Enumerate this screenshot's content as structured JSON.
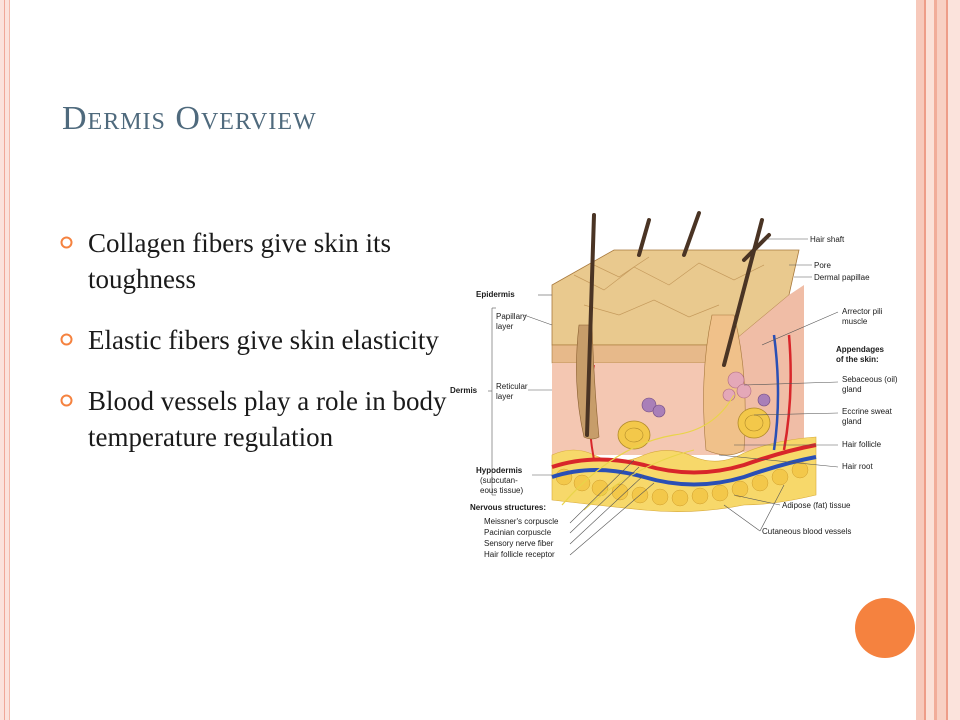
{
  "slide": {
    "title": "Dermis Overview",
    "bullets": [
      {
        "text": "Collagen fibers give skin its toughness"
      },
      {
        "text": "Elastic fibers give skin elasticity"
      },
      {
        "text": "Blood vessels play a role in body temperature regulation"
      }
    ]
  },
  "diagram": {
    "left_labels": {
      "epidermis": "Epidermis",
      "papillary_1": "Papillary",
      "papillary_2": "layer",
      "dermis": "Dermis",
      "reticular_1": "Reticular",
      "reticular_2": "layer",
      "hypodermis_1": "Hypodermis",
      "hypodermis_2": "(subcutan-",
      "hypodermis_3": "eous tissue)",
      "nervous": "Nervous structures:",
      "meissner": "Meissner's corpuscle",
      "pacinian": "Pacinian corpuscle",
      "sensory": "Sensory nerve fiber",
      "follicle_receptor": "Hair follicle receptor"
    },
    "right_labels": {
      "hair_shaft": "Hair shaft",
      "pore": "Pore",
      "dermal_papillae": "Dermal papillae",
      "arrector_1": "Arrector pili",
      "arrector_2": "muscle",
      "appendages_1": "Appendages",
      "appendages_2": "of the skin:",
      "sebaceous_1": "Sebaceous (oil)",
      "sebaceous_2": "gland",
      "eccrine_1": "Eccrine sweat",
      "eccrine_2": "gland",
      "hair_follicle": "Hair follicle",
      "hair_root": "Hair root",
      "adipose": "Adipose (fat) tissue",
      "cutaneous": "Cutaneous blood vessels"
    }
  },
  "colors": {
    "title": "#4f6a7d",
    "bullet_icon": "#f5823f",
    "accent_circle": "#f5823f",
    "frame": "#f3b9a9"
  },
  "icons": {
    "bullet": "open-circle-bullet-icon",
    "accent": "orange-circle-icon"
  }
}
